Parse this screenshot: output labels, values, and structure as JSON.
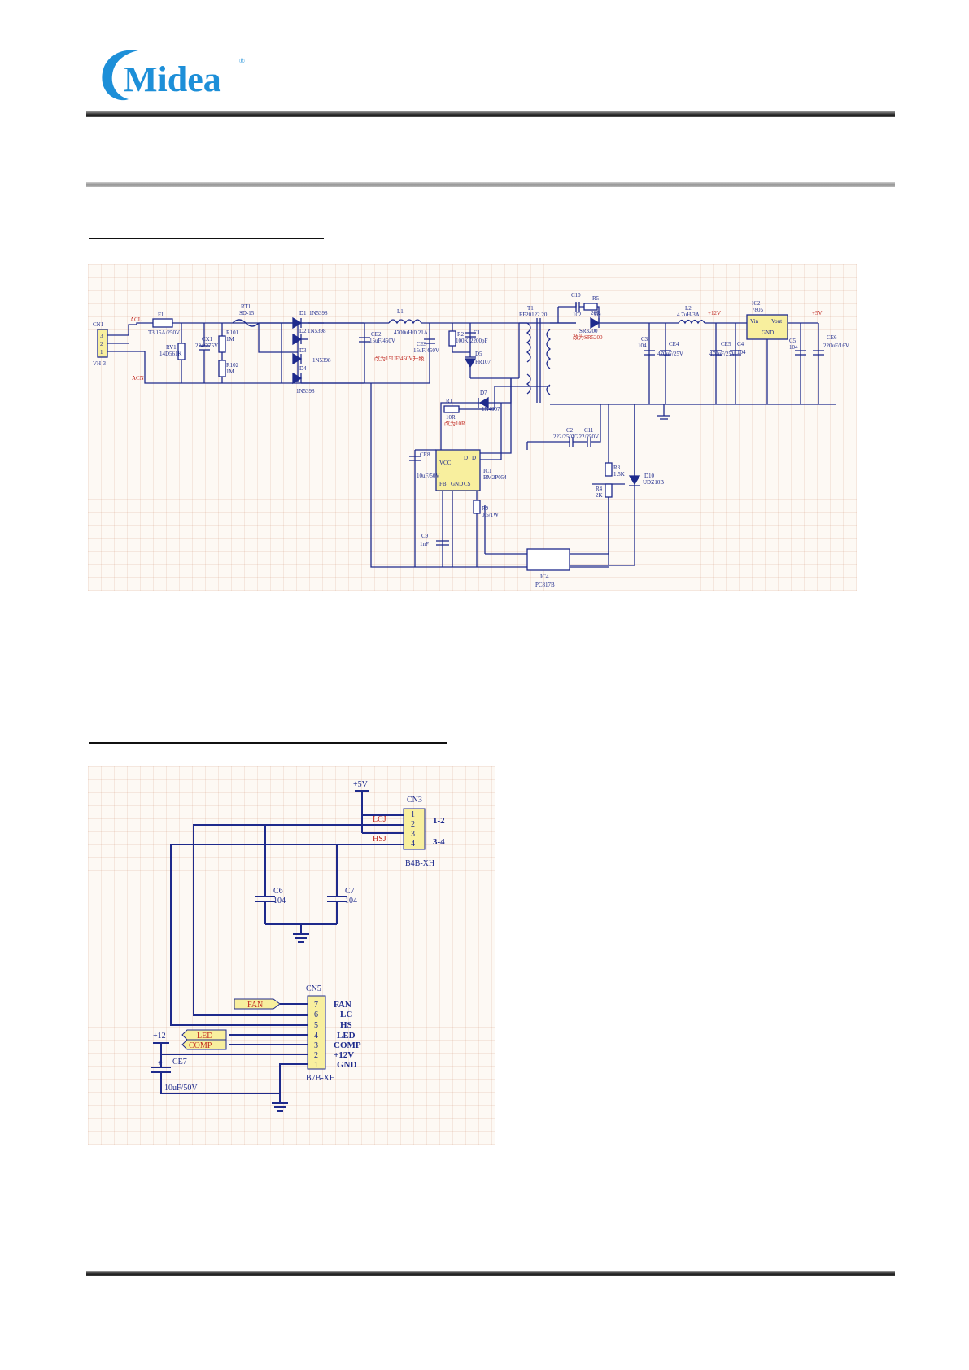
{
  "logo": {
    "brand_text": "Midea",
    "registered_mark": "®"
  },
  "headings": {
    "section1": "",
    "section2": ""
  },
  "schematic1": {
    "labels": {
      "cn1": "CN1",
      "vh3": "VH-3",
      "pins": [
        "3",
        "2",
        "1"
      ],
      "acl": "ACL",
      "acn": "ACN",
      "f1": "F1",
      "f1_val": "T3.15A/250V",
      "rv1": "RV1",
      "rv1_val": "14D561K",
      "cx1": "CX1",
      "cx1_val": "224/275V",
      "r101": "R101",
      "r101_val": "1M",
      "r102": "R102",
      "r102_val": "1M",
      "rt1": "RT1",
      "rt1_val": "SD-15",
      "d1": "D1",
      "d2": "D2",
      "d3": "D3",
      "d4": "D4",
      "d1_val": "1N5398",
      "d2_val": "1N5398",
      "d3_val": "1N5398",
      "d4_val": "1N5398",
      "ce2": "CE2",
      "ce2_val": "15uF/450V",
      "ce2_note": "改为15UF/450V升级",
      "l1": "L1",
      "l1_val": "4700uH/0.21A",
      "ce3": "CE3",
      "ce3_val": "15uF/450V",
      "r2": "R2",
      "r2_val": "100K",
      "c1": "C1",
      "c1_val": "2200pF",
      "d5": "D5",
      "d5_val": "FR107",
      "t1": "T1",
      "t1_val": "EF20122.20",
      "c10": "C10",
      "c10_val": "102",
      "r5": "R5",
      "r5_val": "20R",
      "d9": "D9",
      "d9_val": "SR3200",
      "d9_note": "改为SR5200",
      "l2": "L2",
      "l2_val": "4.7uH/3A",
      "plus12": "+12V",
      "c3": "C3",
      "c3_val": "104",
      "ce4": "CE4",
      "ce4_val": "470uF/25V",
      "ce5": "CE5",
      "ce5_val": "470uF/25V",
      "c4": "C4",
      "c4_val": "104",
      "ic2": "IC2",
      "ic2_val": "7805",
      "vin": "Vin",
      "vout": "Vout",
      "gnd": "GND",
      "plus5": "+5V",
      "c5": "C5",
      "c5_val": "104",
      "ce6": "CE6",
      "ce6_val": "220uF/16V",
      "r1": "R1",
      "r1_val": "10R",
      "r1_note": "改为10R",
      "d7": "D7",
      "d7_val": "1N4007",
      "c2": "C2",
      "c2_val": "222/250V",
      "c11": "C11",
      "c11_val": "222/250V",
      "ce8": "CE8",
      "ce8_val": "10uF/50V",
      "ic1": "IC1",
      "ic1_val": "BM2P054",
      "ic1_pins": [
        "VCC",
        "FB",
        "GND",
        "CS",
        "D",
        "D"
      ],
      "r3": "R3",
      "r3_val": "1.5K",
      "r4": "R4",
      "r4_val": "2K",
      "d10": "D10",
      "d10_val": "UDZ10B",
      "r9": "R9",
      "r9_val": "0.5/1W",
      "c9": "C9",
      "c9_val": "1nF",
      "ic4": "IC4",
      "ic4_val": "PC817B"
    }
  },
  "schematic2": {
    "plus5": "+5V",
    "cn3": {
      "name": "CN3",
      "pins": [
        "1",
        "2",
        "3",
        "4"
      ],
      "part": "B4B-XH",
      "note1": "1-2",
      "note2": "3-4"
    },
    "net_lcj": "LCJ",
    "net_hsj": "HSJ",
    "c6": "C6",
    "c6_val": "104",
    "c7": "C7",
    "c7_val": "104",
    "cn5": {
      "name": "CN5",
      "pins": [
        "7",
        "6",
        "5",
        "4",
        "3",
        "2",
        "1"
      ],
      "part": "B7B-XH",
      "labels": [
        "FAN",
        "LC",
        "HS",
        "LED",
        "COMP",
        "+12V",
        "GND"
      ]
    },
    "port_fan": "FAN",
    "port_led": "LED",
    "port_comp": "COMP",
    "plus12": "+12",
    "ce7": "CE7",
    "ce7_val": "10uF/50V"
  },
  "colors": {
    "wire_blue": "#1e2a8c",
    "label_red": "#c0271f",
    "part_yellow": "#f8ef9e",
    "logo_blue": "#1d8fd8"
  }
}
